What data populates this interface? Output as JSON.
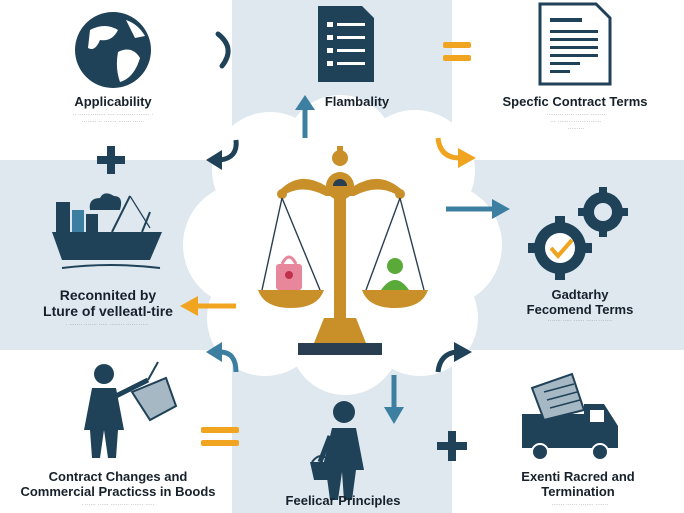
{
  "nodes": {
    "applicability": {
      "title": "Applicability"
    },
    "flambality": {
      "title": "Flambality"
    },
    "specific_terms": {
      "title": "Specfic Contract Terms"
    },
    "reconnited": {
      "title_line1": "Reconnited by",
      "title_line2": "Lture of velleatl-tire"
    },
    "gadtarhy": {
      "title_line1": "Gadtarhy",
      "title_line2": "Fecomend Terms"
    },
    "contract_changes": {
      "title_line1": "Contract Changes and",
      "title_line2": "Commercial Practicss in Boods"
    },
    "feelicar": {
      "title": "Feelicar Principles"
    },
    "exenti": {
      "title_line1": "Exenti Racred and",
      "title_line2": "Termination"
    }
  },
  "colors": {
    "navy": "#1f4258",
    "teal": "#3d7fa0",
    "orange": "#f0a41f",
    "band": "#dfe8ef",
    "gold": "#c9902a",
    "pink": "#e8879b",
    "green": "#5aaa3a"
  },
  "icons": [
    "globe-icon",
    "document-icon",
    "contract-document-icon",
    "plus-icon",
    "cargo-ship-icon",
    "gears-icon",
    "scales-of-justice-icon",
    "person-holding-box-icon",
    "person-carrying-bucket-icon",
    "delivery-truck-icon",
    "equals-icon",
    "arrow-icon"
  ]
}
